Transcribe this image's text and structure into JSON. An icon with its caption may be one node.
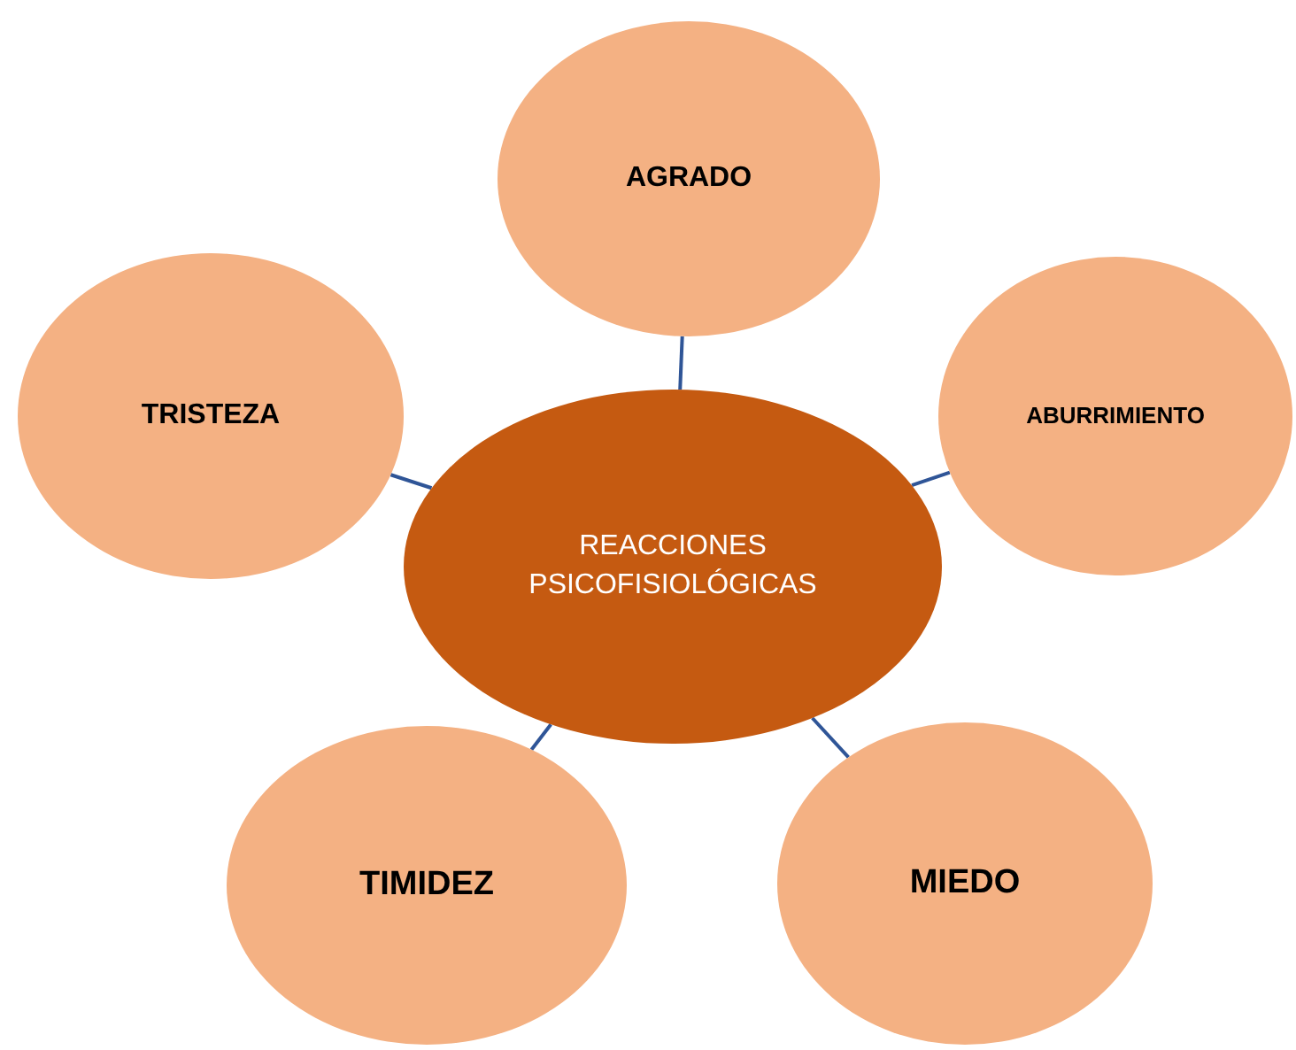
{
  "diagram": {
    "nodes": [
      {
        "text": [
          "REACCIONES PSICOFISIOLÓGICAS"
        ]
      },
      {
        "text": [
          "AGRADO"
        ]
      },
      {
        "text": [
          "ABURRIMIENTO"
        ]
      },
      {
        "text": [
          "TRISTEZA"
        ]
      },
      {
        "text": [
          "TIMIDEZ"
        ]
      },
      {
        "text": [
          "MIEDO"
        ]
      }
    ],
    "edges": [
      {
        "from": 0,
        "to": 1,
        "arrow": "none"
      },
      {
        "from": 0,
        "to": 2,
        "arrow": "none"
      },
      {
        "from": 0,
        "to": 3,
        "arrow": "none"
      },
      {
        "from": 0,
        "to": 4,
        "arrow": "none"
      },
      {
        "from": 0,
        "to": 5,
        "arrow": "none"
      }
    ]
  }
}
